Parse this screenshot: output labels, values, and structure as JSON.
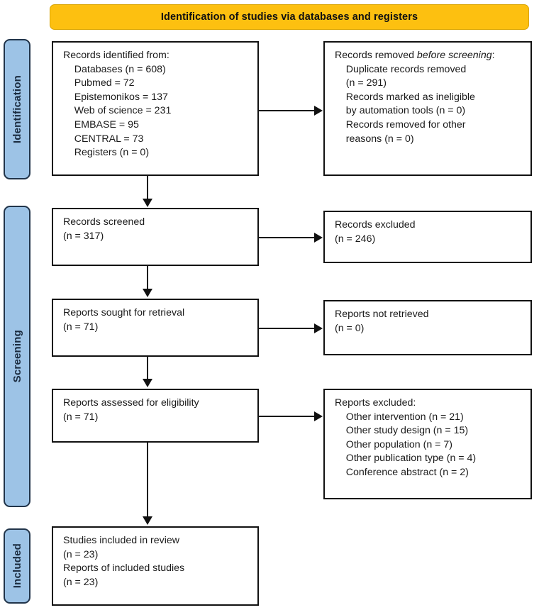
{
  "banner": {
    "title": "Identification of studies via databases and registers"
  },
  "stages": [
    {
      "id": "identification",
      "label": "Identification"
    },
    {
      "id": "screening",
      "label": "Screening"
    },
    {
      "id": "included",
      "label": "Included"
    }
  ],
  "boxes": {
    "identified": "Records identified from:\n    Databases (n = 608)\n    Pubmed = 72\n    Epistemonikos = 137\n    Web of science = 231\n    EMBASE = 95\n    CENTRAL = 73\n    Registers (n = 0)",
    "removed_lead": "Records removed ",
    "removed_italic": "before screening",
    "removed_rest": ":\n    Duplicate records removed\n    (n = 291)\n    Records marked as ineligible\n    by automation tools (n = 0)\n    Records removed for other\n    reasons (n = 0)",
    "screened": "Records screened\n(n = 317)",
    "excluded_records": "Records excluded\n(n = 246)",
    "sought": "Reports sought for retrieval\n(n = 71)",
    "not_retrieved": "Reports not retrieved\n(n = 0)",
    "assessed": "Reports assessed for eligibility\n(n = 71)",
    "excluded_reports": "Reports excluded:\n    Other intervention (n = 21)\n    Other study design (n = 15)\n    Other population (n = 7)\n    Other publication type (n = 4)\n    Conference abstract (n = 2)",
    "included": "Studies included in review\n(n = 23)\nReports of included studies\n(n = 23)"
  },
  "chart_data": {
    "type": "diagram",
    "title": "Identification of studies via databases and registers",
    "stages": [
      "Identification",
      "Screening",
      "Included"
    ],
    "nodes": [
      {
        "id": "identified",
        "stage": "Identification",
        "label": "Records identified from",
        "counts": {
          "Databases": 608,
          "Pubmed": 72,
          "Epistemonikos": 137,
          "Web of science": 231,
          "EMBASE": 95,
          "CENTRAL": 73,
          "Registers": 0
        }
      },
      {
        "id": "removed",
        "stage": "Identification",
        "label": "Records removed before screening",
        "counts": {
          "Duplicate records removed": 291,
          "Records marked as ineligible by automation tools": 0,
          "Records removed for other reasons": 0
        }
      },
      {
        "id": "screened",
        "stage": "Screening",
        "label": "Records screened",
        "n": 317
      },
      {
        "id": "excluded_records",
        "stage": "Screening",
        "label": "Records excluded",
        "n": 246
      },
      {
        "id": "sought",
        "stage": "Screening",
        "label": "Reports sought for retrieval",
        "n": 71
      },
      {
        "id": "not_retrieved",
        "stage": "Screening",
        "label": "Reports not retrieved",
        "n": 0
      },
      {
        "id": "assessed",
        "stage": "Screening",
        "label": "Reports assessed for eligibility",
        "n": 71
      },
      {
        "id": "excluded_reports",
        "stage": "Screening",
        "label": "Reports excluded",
        "counts": {
          "Other intervention": 21,
          "Other study design": 15,
          "Other population": 7,
          "Other publication type": 4,
          "Conference abstract": 2
        }
      },
      {
        "id": "included",
        "stage": "Included",
        "label": "Studies included in review",
        "n": 23,
        "reports_of_included_studies": 23
      }
    ],
    "edges": [
      {
        "from": "identified",
        "to": "removed"
      },
      {
        "from": "identified",
        "to": "screened"
      },
      {
        "from": "screened",
        "to": "excluded_records"
      },
      {
        "from": "screened",
        "to": "sought"
      },
      {
        "from": "sought",
        "to": "not_retrieved"
      },
      {
        "from": "sought",
        "to": "assessed"
      },
      {
        "from": "assessed",
        "to": "excluded_reports"
      },
      {
        "from": "assessed",
        "to": "included"
      }
    ]
  },
  "colors": {
    "banner": "#fdc010",
    "stage_bar": "#9dc3e6",
    "stage_border": "#21344a",
    "box_border": "#111111",
    "text": "#1a1a1a"
  }
}
